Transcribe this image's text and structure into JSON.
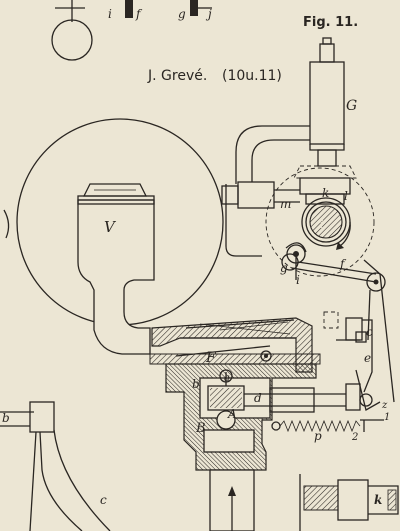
{
  "figure": {
    "number": "Fig. 11.",
    "author": "J. Grevé.",
    "ref": "(10u.11)"
  },
  "labels": {
    "V": "V",
    "G": "G",
    "F": "F",
    "A": "A",
    "B": "B",
    "a": "a",
    "b": "b",
    "c": "c",
    "d": "d",
    "e": "e",
    "f": "f",
    "g": "g",
    "g1": "g",
    "i": "i",
    "k": "k",
    "l": "l",
    "m": "m",
    "p": "p",
    "z": "z",
    "n1": "1",
    "n2": "2",
    "top_i": "i",
    "top_f": "f",
    "top_g": "g",
    "top_j": "j",
    "left_b": "b",
    "right_k": "k"
  },
  "colors": {
    "paper": "#ece6d4",
    "ink": "#2a2622"
  }
}
